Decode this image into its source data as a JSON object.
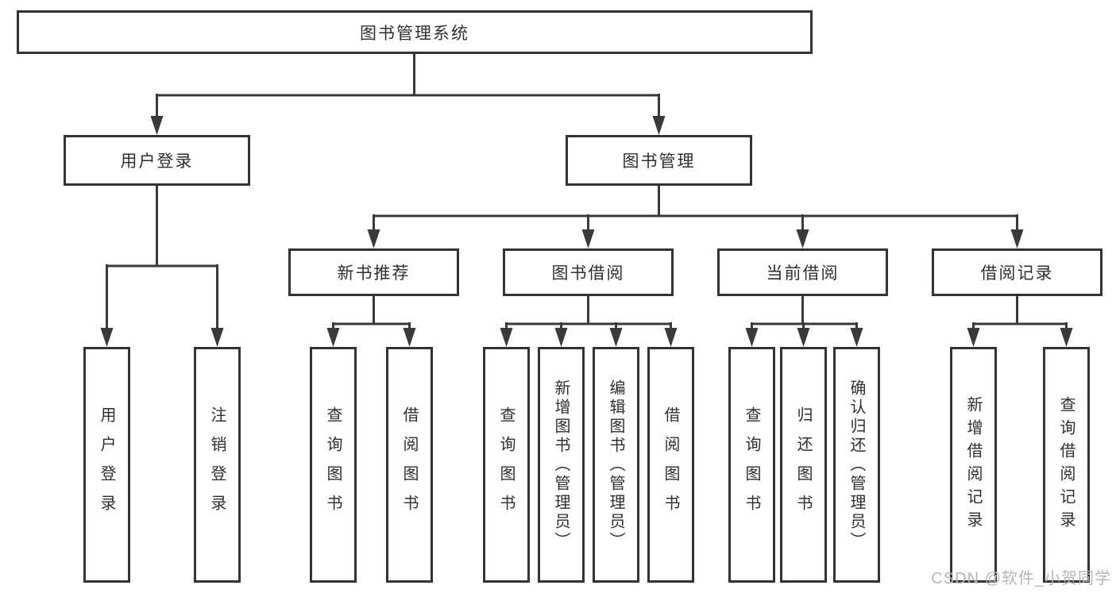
{
  "colors": {
    "line": "#3a3a3a",
    "border": "#333333",
    "text": "#2f2f2f",
    "watermark": "#b6b6b6",
    "background": "#ffffff"
  },
  "watermark": "CSDN @软件_小贺同学",
  "diagram": {
    "root": {
      "label": "图书管理系统"
    },
    "children": [
      {
        "label": "用户登录",
        "children": [
          {
            "label": "用户登录"
          },
          {
            "label": "注销登录"
          }
        ]
      },
      {
        "label": "图书管理",
        "children": [
          {
            "label": "新书推荐",
            "children": [
              {
                "label": "查询图书"
              },
              {
                "label": "借阅图书"
              }
            ]
          },
          {
            "label": "图书借阅",
            "children": [
              {
                "label": "查询图书"
              },
              {
                "label": "新增图书（管理员）"
              },
              {
                "label": "编辑图书（管理员）"
              },
              {
                "label": "借阅图书"
              }
            ]
          },
          {
            "label": "当前借阅",
            "children": [
              {
                "label": "查询图书"
              },
              {
                "label": "归还图书"
              },
              {
                "label": "确认归还（管理员）"
              }
            ]
          },
          {
            "label": "借阅记录",
            "children": [
              {
                "label": "新增借阅记录"
              },
              {
                "label": "查询借阅记录"
              }
            ]
          }
        ]
      }
    ]
  }
}
